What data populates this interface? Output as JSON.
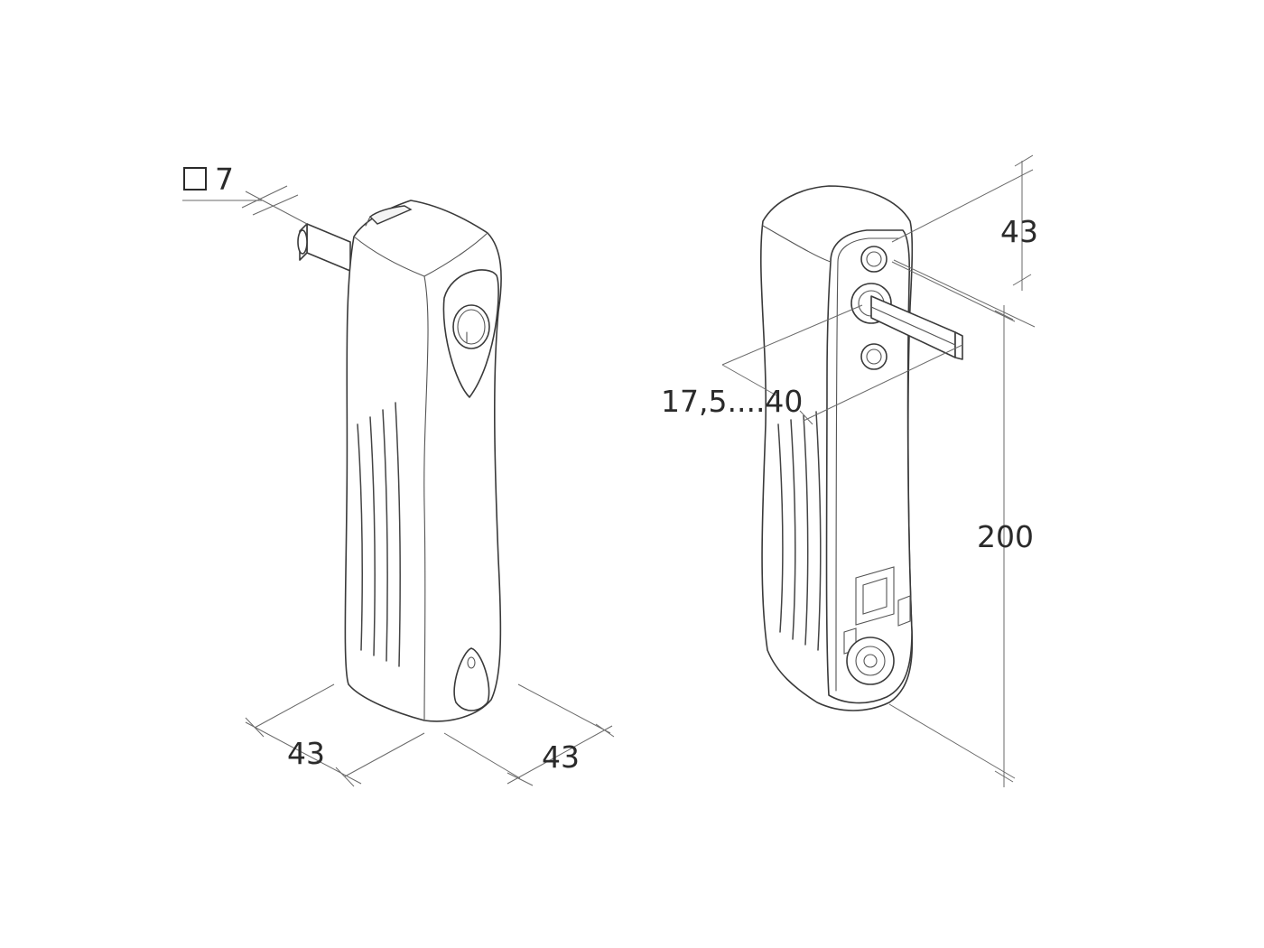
{
  "dimensions": {
    "square_drive": {
      "symbol": "square-symbol",
      "value": "7"
    },
    "left_depth": "43",
    "left_width": "43",
    "right_top": "43",
    "right_height": "200",
    "right_range": "17,5....40"
  },
  "colors": {
    "line": "#3a3a3a",
    "dimension_line": "#6a6a6a",
    "label": "#2a2a2a",
    "background": "#ffffff"
  }
}
